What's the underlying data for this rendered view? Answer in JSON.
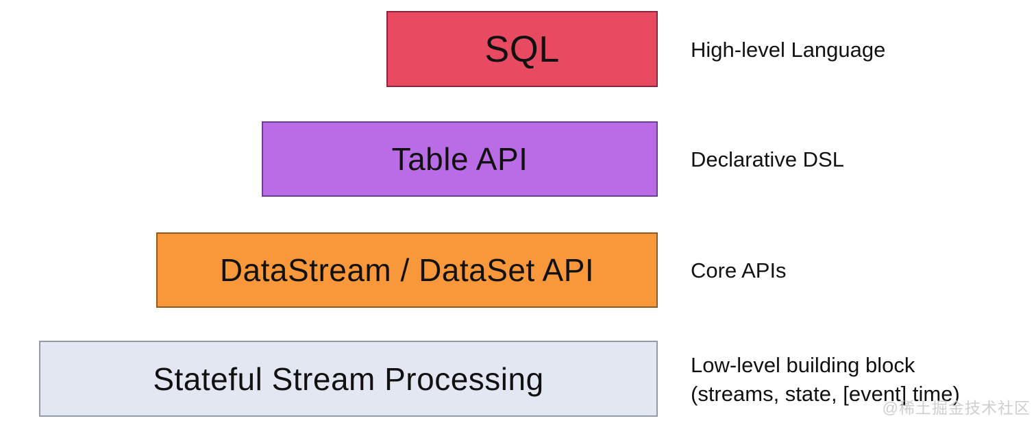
{
  "diagram": {
    "layers": [
      {
        "box_label": "SQL",
        "side_label": "High-level Language",
        "fill": "#E84A62",
        "border": "#8E2440"
      },
      {
        "box_label": "Table API",
        "side_label": "Declarative DSL",
        "fill": "#BA6CE6",
        "border": "#6C3D93"
      },
      {
        "box_label": "DataStream / DataSet API",
        "side_label": "Core APIs",
        "fill": "#F8983B",
        "border": "#8F5B21"
      },
      {
        "box_label": "Stateful Stream Processing",
        "side_label": "Low-level building block",
        "side_label_line2": "(streams, state, [event] time)",
        "fill": "#E2E7F1",
        "border": "#929AA6"
      }
    ],
    "watermark": "@稀土掘金技术社区"
  }
}
